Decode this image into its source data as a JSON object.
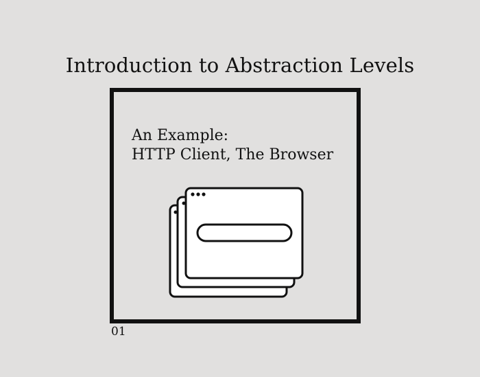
{
  "title": "Introduction to Abstraction Levels",
  "slide": {
    "heading_line1": "An Example:",
    "heading_line2": "HTTP Client, The Browser",
    "illustration": {
      "icon": "stacked-browser-windows-icon",
      "window_count": 3
    },
    "number": "01"
  },
  "colors": {
    "background": "#e1e0df",
    "stroke": "#111111",
    "window_fill": "#ffffff"
  }
}
